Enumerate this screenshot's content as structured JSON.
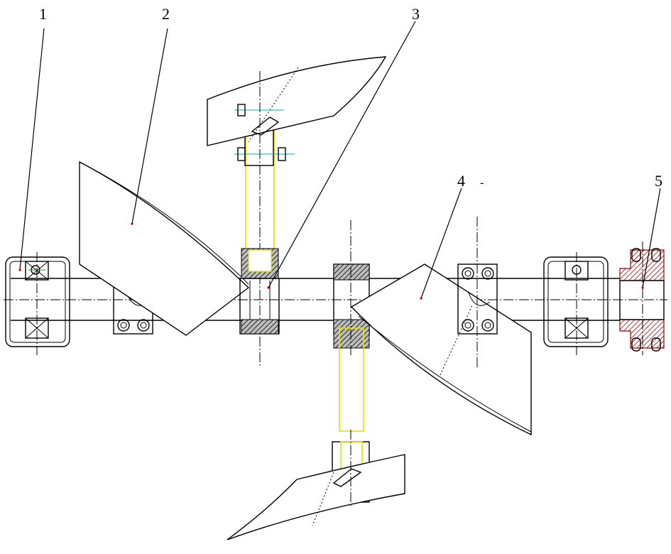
{
  "callouts": [
    {
      "id": "1",
      "label": "1"
    },
    {
      "id": "2",
      "label": "2"
    },
    {
      "id": "3",
      "label": "3"
    },
    {
      "id": "4",
      "label": "4"
    },
    {
      "id": "5",
      "label": "5"
    }
  ],
  "stray_mark": "-",
  "colors": {
    "outline": "#000000",
    "highlight_yellow": "#e8e000",
    "section_red": "#a00000",
    "centerline_green": "#00a000",
    "centerline_cyan": "#00b3b3"
  }
}
